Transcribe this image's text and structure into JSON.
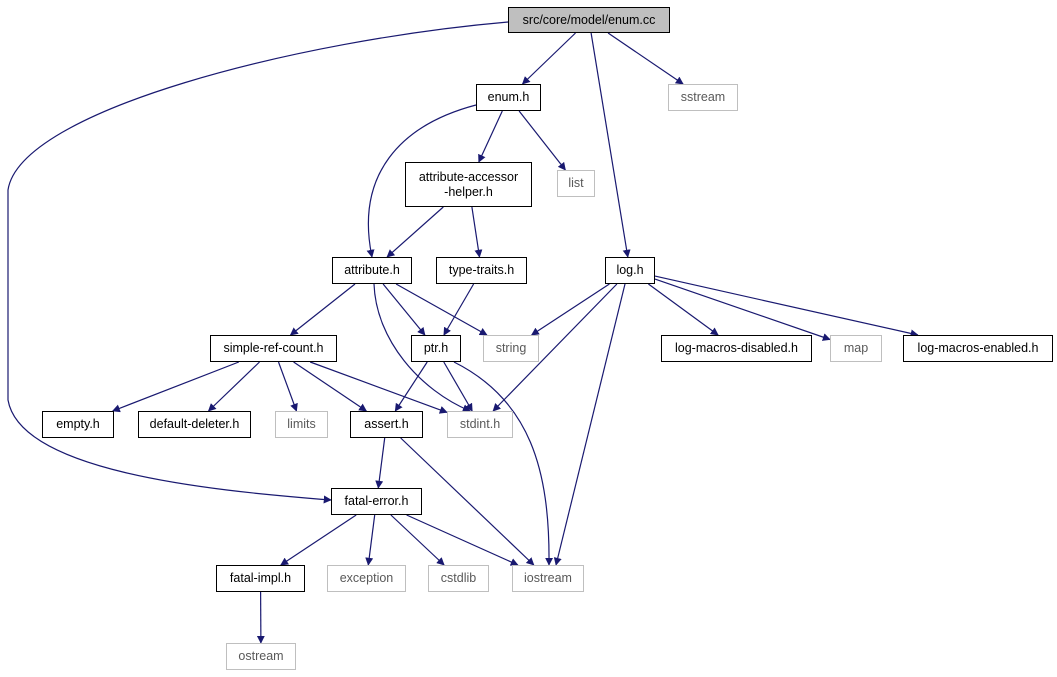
{
  "colors": {
    "edge": "#191970",
    "root_fill": "#bfbfbf",
    "local_border": "#000000",
    "system_border": "#bfbfbf"
  },
  "nodes": {
    "enum_cc": {
      "label": "src/core/model/enum.cc"
    },
    "enum_h": {
      "label": "enum.h"
    },
    "sstream": {
      "label": "sstream"
    },
    "attribute_accessor_helper_h": {
      "line1": "attribute-accessor",
      "line2": "-helper.h"
    },
    "list": {
      "label": "list"
    },
    "attribute_h": {
      "label": "attribute.h"
    },
    "type_traits_h": {
      "label": "type-traits.h"
    },
    "log_h": {
      "label": "log.h"
    },
    "simple_ref_count_h": {
      "label": "simple-ref-count.h"
    },
    "ptr_h": {
      "label": "ptr.h"
    },
    "string": {
      "label": "string"
    },
    "log_macros_disabled_h": {
      "label": "log-macros-disabled.h"
    },
    "map": {
      "label": "map"
    },
    "log_macros_enabled_h": {
      "label": "log-macros-enabled.h"
    },
    "empty_h": {
      "label": "empty.h"
    },
    "default_deleter_h": {
      "label": "default-deleter.h"
    },
    "limits": {
      "label": "limits"
    },
    "assert_h": {
      "label": "assert.h"
    },
    "stdint_h": {
      "label": "stdint.h"
    },
    "fatal_error_h": {
      "label": "fatal-error.h"
    },
    "fatal_impl_h": {
      "label": "fatal-impl.h"
    },
    "exception": {
      "label": "exception"
    },
    "cstdlib": {
      "label": "cstdlib"
    },
    "iostream": {
      "label": "iostream"
    },
    "ostream": {
      "label": "ostream"
    }
  },
  "edges": [
    [
      "enum_cc",
      "enum_h"
    ],
    [
      "enum_cc",
      "sstream"
    ],
    [
      "enum_cc",
      "log_h"
    ],
    [
      "enum_cc",
      "fatal_error_h"
    ],
    [
      "enum_h",
      "attribute_accessor_helper_h"
    ],
    [
      "enum_h",
      "list"
    ],
    [
      "enum_h",
      "attribute_h"
    ],
    [
      "attribute_accessor_helper_h",
      "attribute_h"
    ],
    [
      "attribute_accessor_helper_h",
      "type_traits_h"
    ],
    [
      "attribute_h",
      "simple_ref_count_h"
    ],
    [
      "attribute_h",
      "ptr_h"
    ],
    [
      "attribute_h",
      "string"
    ],
    [
      "attribute_h",
      "stdint_h"
    ],
    [
      "type_traits_h",
      "ptr_h"
    ],
    [
      "log_h",
      "string"
    ],
    [
      "log_h",
      "log_macros_disabled_h"
    ],
    [
      "log_h",
      "map"
    ],
    [
      "log_h",
      "log_macros_enabled_h"
    ],
    [
      "log_h",
      "stdint_h"
    ],
    [
      "log_h",
      "iostream"
    ],
    [
      "simple_ref_count_h",
      "empty_h"
    ],
    [
      "simple_ref_count_h",
      "default_deleter_h"
    ],
    [
      "simple_ref_count_h",
      "limits"
    ],
    [
      "simple_ref_count_h",
      "assert_h"
    ],
    [
      "simple_ref_count_h",
      "stdint_h"
    ],
    [
      "ptr_h",
      "assert_h"
    ],
    [
      "ptr_h",
      "stdint_h"
    ],
    [
      "ptr_h",
      "iostream"
    ],
    [
      "assert_h",
      "fatal_error_h"
    ],
    [
      "assert_h",
      "iostream"
    ],
    [
      "fatal_error_h",
      "fatal_impl_h"
    ],
    [
      "fatal_error_h",
      "exception"
    ],
    [
      "fatal_error_h",
      "cstdlib"
    ],
    [
      "fatal_error_h",
      "iostream"
    ],
    [
      "fatal_impl_h",
      "ostream"
    ]
  ]
}
